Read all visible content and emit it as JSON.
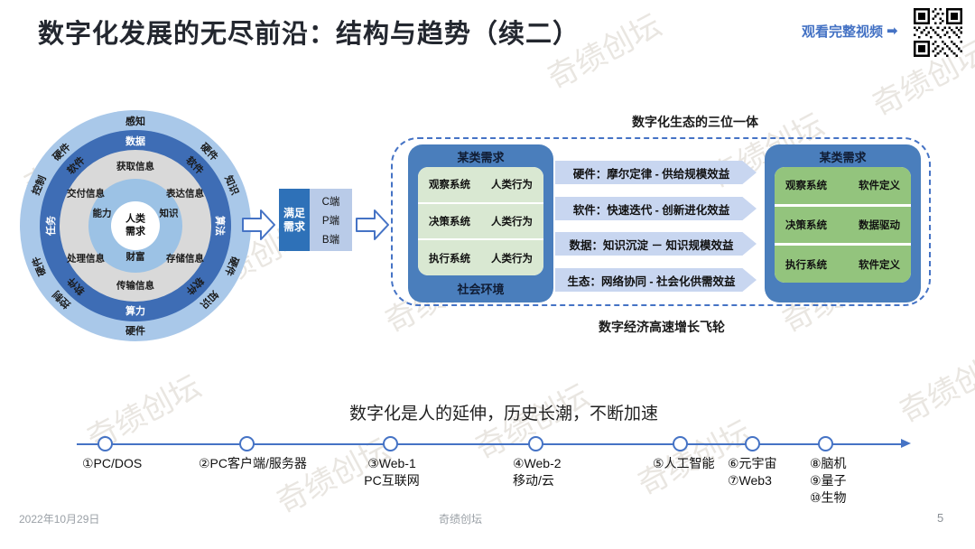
{
  "slide": {
    "title": "数字化发展的无尽前沿：结构与趋势（续二）",
    "video_link": "观看完整视频",
    "video_arrow": "➡",
    "watermark": "奇绩创坛",
    "footer": {
      "date": "2022年10月29日",
      "brand": "奇绩创坛",
      "page": "5"
    }
  },
  "colors": {
    "accent_blue": "#4472c4",
    "ring_dark_blue": "#3e6db5",
    "ring_light_blue": "#a9c8e9",
    "ring_gray": "#d9d9d9",
    "box_blue": "#4a7ebc",
    "green_light": "#d9e8d2",
    "green_medium": "#93c47d",
    "bar_periwinkle": "#c8d6f0",
    "satisfy_dark": "#2e71b8",
    "satisfy_light": "#b9cbe8"
  },
  "rings": {
    "center": {
      "line1": "人类",
      "line2": "需求"
    },
    "inner": [
      "能力",
      "知识",
      "财富"
    ],
    "info": [
      "获取信息",
      "表达信息",
      "存储信息",
      "传输信息",
      "处理信息",
      "交付信息"
    ],
    "dark": [
      "数据",
      "软件",
      "算法",
      "软件",
      "算力",
      "软件",
      "任务",
      "软件"
    ],
    "outer": [
      "感知",
      "硬件",
      "知识",
      "硬件",
      "知识",
      "硬件",
      "控制",
      "硬件",
      "控制",
      "硬件"
    ]
  },
  "connector": {
    "satisfy": {
      "line1": "满足",
      "line2": "需求"
    },
    "channels": [
      "C端",
      "P端",
      "B端"
    ]
  },
  "trinity": {
    "caption_top": "数字化生态的三位一体",
    "caption_bottom": "数字经济高速增长飞轮",
    "left_box": {
      "header": "某类需求",
      "rows": [
        [
          "观察系统",
          "人类行为"
        ],
        [
          "决策系统",
          "人类行为"
        ],
        [
          "执行系统",
          "人类行为"
        ]
      ],
      "footer": "社会环境"
    },
    "arrows": [
      "硬件：摩尔定律 - 供给规模效益",
      "软件：快速迭代 - 创新进化效益",
      "数据：知识沉淀 － 知识规模效益",
      "生态：网络协同 - 社会化供需效益"
    ],
    "right_box": {
      "header": "某类需求",
      "rows": [
        [
          "观察系统",
          "软件定义"
        ],
        [
          "决策系统",
          "数据驱动"
        ],
        [
          "执行系统",
          "软件定义"
        ]
      ]
    }
  },
  "timeline": {
    "title": "数字化是人的延伸，历史长潮，不断加速",
    "milestones": [
      {
        "lines": [
          "①PC/DOS"
        ]
      },
      {
        "lines": [
          "②PC客户端/服务器"
        ]
      },
      {
        "lines": [
          "③Web-1",
          "PC互联网"
        ]
      },
      {
        "lines": [
          "④Web-2",
          "移动/云"
        ]
      },
      {
        "lines": [
          "⑤人工智能"
        ]
      },
      {
        "lines": [
          "⑥元宇宙",
          "⑦Web3"
        ]
      },
      {
        "lines": [
          "⑧脑机",
          "⑨量子",
          "⑩生物"
        ]
      }
    ]
  }
}
